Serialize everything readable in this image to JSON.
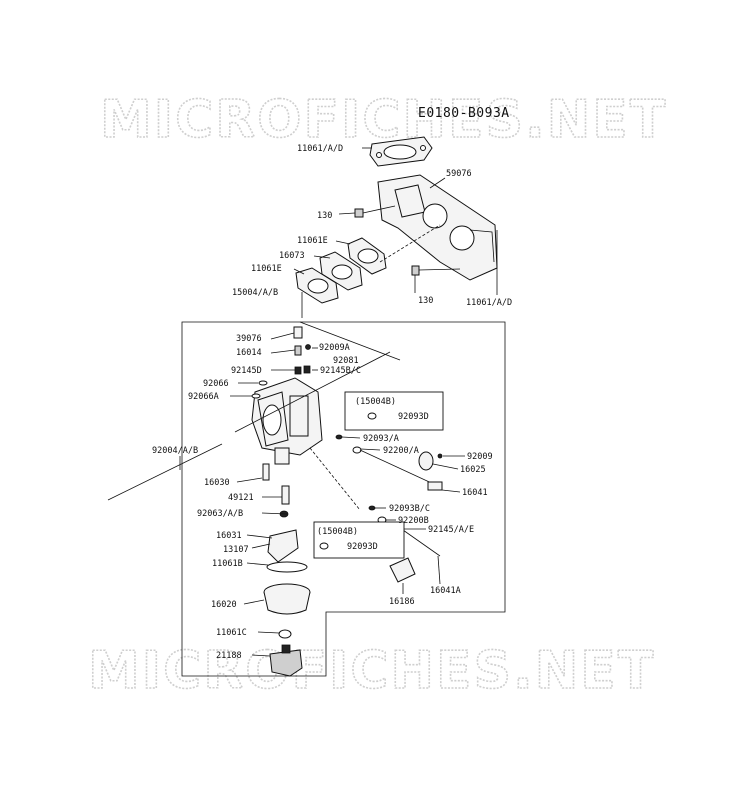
{
  "watermark": {
    "top": "MICROFICHES.NET",
    "bottom": "MICROFICHES.NET"
  },
  "diagram_code": "E0180-B093A",
  "parts": {
    "p11061ad_top": "11061/A/D",
    "p59076": "59076",
    "p130_left": "130",
    "p11061e_a": "11061E",
    "p16073": "16073",
    "p11061e_b": "11061E",
    "p130_right": "130",
    "p11061ad_right": "11061/A/D",
    "p15004ab": "15004/A/B",
    "p39076": "39076",
    "p16014": "16014",
    "p92009a": "92009A",
    "p92081": "92081",
    "p92145d": "92145D",
    "p92145bc": "92145B/C",
    "p92066": "92066",
    "p92066a": "92066A",
    "box1_title": "(15004B)",
    "box1_part": "92093D",
    "p92093a": "92093/A",
    "p92200a": "92200/A",
    "p92009": "92009",
    "p92004ab": "92004/A/B",
    "p16025": "16025",
    "p16030": "16030",
    "p16041": "16041",
    "p49121": "49121",
    "p92093bc": "92093B/C",
    "p92063ab": "92063/A/B",
    "p92200b": "92200B",
    "box2_title": "(15004B)",
    "box2_part": "92093D",
    "p92145ae": "92145/A/E",
    "p16031": "16031",
    "p13107": "13107",
    "p11061b": "11061B",
    "p16041a": "16041A",
    "p16186": "16186",
    "p16020": "16020",
    "p11061c": "11061C",
    "p21188": "21188"
  }
}
